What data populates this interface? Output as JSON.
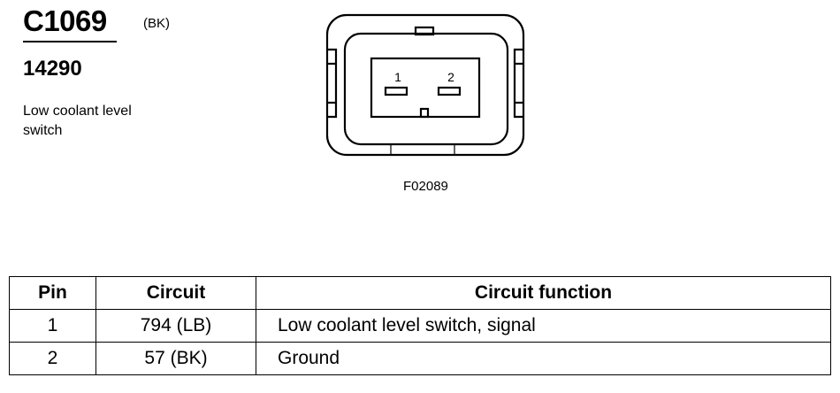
{
  "header": {
    "connector_id": "C1069",
    "color_code": "(BK)",
    "part_number": "14290",
    "description": "Low coolant level switch"
  },
  "diagram": {
    "figure_id": "F02089",
    "pin_labels": [
      "1",
      "2"
    ]
  },
  "table": {
    "headers": [
      "Pin",
      "Circuit",
      "Circuit function"
    ],
    "rows": [
      {
        "pin": "1",
        "circuit": "794 (LB)",
        "function": "Low coolant level switch, signal"
      },
      {
        "pin": "2",
        "circuit": "57 (BK)",
        "function": "Ground"
      }
    ]
  }
}
